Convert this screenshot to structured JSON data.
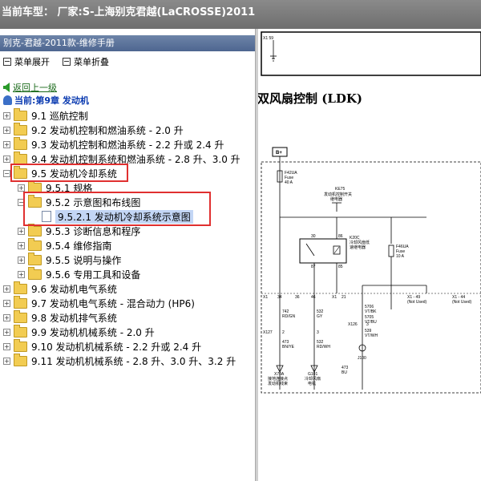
{
  "window": {
    "title": "当前车型： 厂家:S-上海别克君越(LaCROSSE)2011"
  },
  "left_panel": {
    "title": "别克-君越-2011款-维修手册",
    "toolbar": {
      "expand_label": "菜单展开",
      "collapse_label": "菜单折叠"
    },
    "back_link": "返回上一级",
    "current_chapter": "当前:第9章 发动机",
    "tree": [
      {
        "label": "9.1 巡航控制"
      },
      {
        "label": "9.2 发动机控制和燃油系统 - 2.0 升"
      },
      {
        "label": "9.3 发动机控制和燃油系统 - 2.2 升或 2.4 升"
      },
      {
        "label": "9.4 发动机控制系统和燃油系统 - 2.8 升、3.0 升"
      },
      {
        "label": "9.5 发动机冷却系统"
      },
      {
        "label": "9.5.1 规格"
      },
      {
        "label": "9.5.2 示意图和布线图"
      },
      {
        "label": "9.5.2.1 发动机冷却系统示意图"
      },
      {
        "label": "9.5.3 诊断信息和程序"
      },
      {
        "label": "9.5.4 维修指南"
      },
      {
        "label": "9.5.5 说明与操作"
      },
      {
        "label": "9.5.6 专用工具和设备"
      },
      {
        "label": "9.6 发动机电气系统"
      },
      {
        "label": "9.7 发动机电气系统 - 混合动力 (HP6)"
      },
      {
        "label": "9.8 发动机排气系统"
      },
      {
        "label": "9.9 发动机机械系统 - 2.0 升"
      },
      {
        "label": "9.10 发动机机械系统 - 2.2 升或 2.4 升"
      },
      {
        "label": "9.11 发动机机械系统 - 2.8 升、3.0 升、3.2 升"
      }
    ]
  },
  "document": {
    "title": "双风扇控制 (LDK)",
    "labels": {
      "x1_59": "X1 59",
      "b_plus": "B+",
      "f42ua": "F42UA",
      "fuse": "Fuse",
      "amp40": "40 A",
      "ke75": "KE75",
      "ke75_desc": "发动机控制开关",
      "ke75_desc2": "继电器",
      "k20c": "K20C",
      "k20c_desc": "冷却风扇低",
      "k20c_desc2": "速继电器",
      "f46ua": "F46UA",
      "fuse2": "Fuse",
      "amp10": "10 A",
      "t30": "30",
      "t86": "86",
      "t87": "87",
      "t85": "85",
      "x1": "X1",
      "c34": "34",
      "c36": "36",
      "c46": "46",
      "x1b": "X1",
      "c21": "21",
      "x1_49": "X1 - 49",
      "x1_44": "X1 - 44",
      "notused1": "(Not Used)",
      "notused2": "(Not Used)",
      "w742": "742",
      "rdgn": "RD/GN",
      "w532": "532",
      "gy": "GY",
      "w5706": "5706",
      "vtbk": "VT/BK",
      "w5705": "5705",
      "vtbu": "VT/BU",
      "x127": "X127",
      "p2a": "2",
      "p3a": "3",
      "w473": "473",
      "bnye": "BN/YE",
      "w532b": "532",
      "rdwh": "RD/WH",
      "x126": "X126",
      "p3b": "3",
      "w539": "539",
      "vtwh": "VT/WH",
      "j100": "J100",
      "w473b": "473",
      "bu": "BU",
      "x70a": "X70A",
      "x70a_desc": "接地连接点",
      "x70a_desc2": "发动机线束",
      "g101": "G101",
      "g101_desc": "冷却风扇",
      "g101_desc2": "电机"
    }
  }
}
